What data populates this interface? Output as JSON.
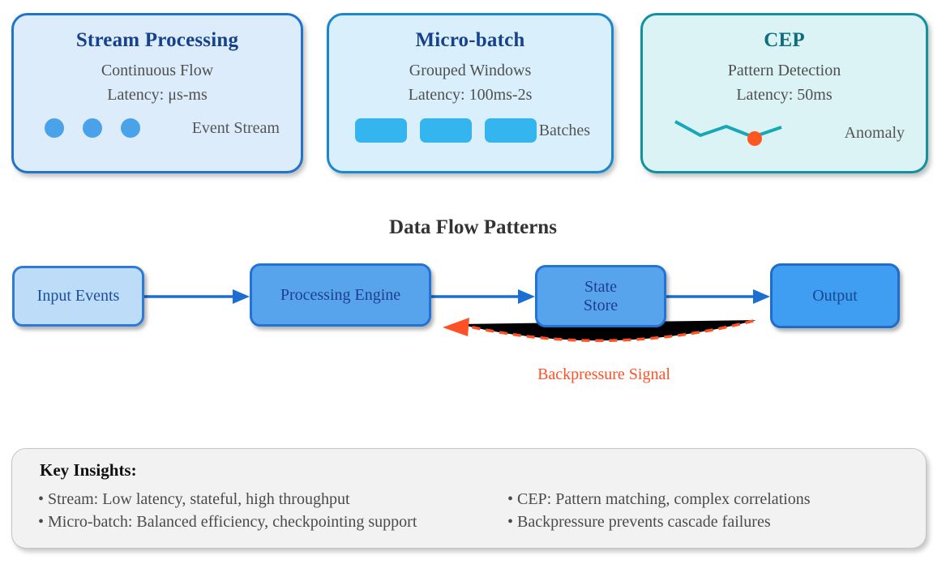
{
  "cards": [
    {
      "title": "Stream Processing",
      "line1": "Continuous Flow",
      "line2": "Latency: μs-ms",
      "icon": "event-stream-dots",
      "icon_label": "Event Stream"
    },
    {
      "title": "Micro-batch",
      "line1": "Grouped Windows",
      "line2": "Latency: 100ms-2s",
      "icon": "batch-rects",
      "icon_label": "Batches"
    },
    {
      "title": "CEP",
      "line1": "Pattern Detection",
      "line2": "Latency: 50ms",
      "icon": "anomaly-zigzag",
      "icon_label": "Anomaly"
    }
  ],
  "flow": {
    "title": "Data Flow Patterns",
    "nodes": [
      {
        "label": "Input Events"
      },
      {
        "label": "Processing Engine"
      },
      {
        "label": "State Store",
        "lines": [
          "State",
          "Store"
        ]
      },
      {
        "label": "Output"
      }
    ],
    "backpressure_label": "Backpressure Signal"
  },
  "insights": {
    "heading": "Key Insights:",
    "left": [
      "• Stream: Low latency, stateful, high throughput",
      "• Micro-batch: Balanced efficiency, checkpointing support"
    ],
    "right": [
      "• CEP: Pattern matching, complex correlations",
      "• Backpressure prevents cascade failures"
    ]
  },
  "colors": {
    "card_stream_border": "#2273cc",
    "card_stream_bg": "#dcecfb",
    "card_micro_border": "#1a88ce",
    "card_micro_bg": "#d9f0fc",
    "card_cep_border": "#12919e",
    "card_cep_bg": "#dbf3f5",
    "card_title_blue": "#16418f",
    "card_title_teal": "#0e6e80",
    "dot_blue": "#4aa2e8",
    "batch_blue": "#35b5ef",
    "zigzag_teal": "#16a8b8",
    "anomaly_dot_orange": "#ff5722",
    "arrow_blue": "#1c6fd2",
    "backpressure_orange": "#ff5126",
    "insights_bg": "#f2f2f2"
  }
}
